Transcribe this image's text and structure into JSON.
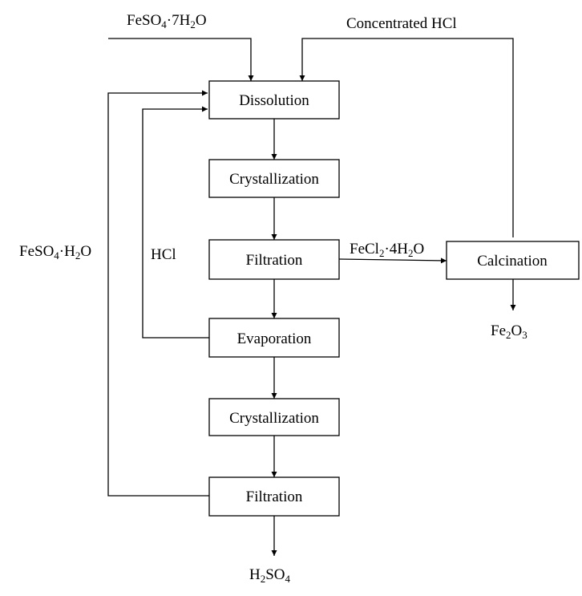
{
  "boxes": {
    "dissolution": "Dissolution",
    "crystallization_1": "Crystallization",
    "filtration_1": "Filtration",
    "evaporation": "Evaporation",
    "crystallization_2": "Crystallization",
    "filtration_2": "Filtration",
    "calcination": "Calcination"
  },
  "labels": {
    "feso4_7h2o": {
      "p1": "FeSO",
      "s1": "4",
      "p2": "·7H",
      "s2": "2",
      "p3": "O"
    },
    "conc_hcl": "Concentrated HCl",
    "feso4_h2o": {
      "p1": "FeSO",
      "s1": "4",
      "p2": "·H",
      "s2": "2",
      "p3": "O"
    },
    "hcl": "HCl",
    "fecl2_4h2o": {
      "p1": "FeCl",
      "s1": "2",
      "p2": "·4H",
      "s2": "2",
      "p3": "O"
    },
    "fe2o3": {
      "p1": "Fe",
      "s1": "2",
      "p2": "O",
      "s2": "3"
    },
    "h2so4": {
      "p1": "H",
      "s1": "2",
      "p2": "SO",
      "s2": "4"
    }
  },
  "colors": {
    "stroke": "#000000",
    "background": "#ffffff"
  }
}
